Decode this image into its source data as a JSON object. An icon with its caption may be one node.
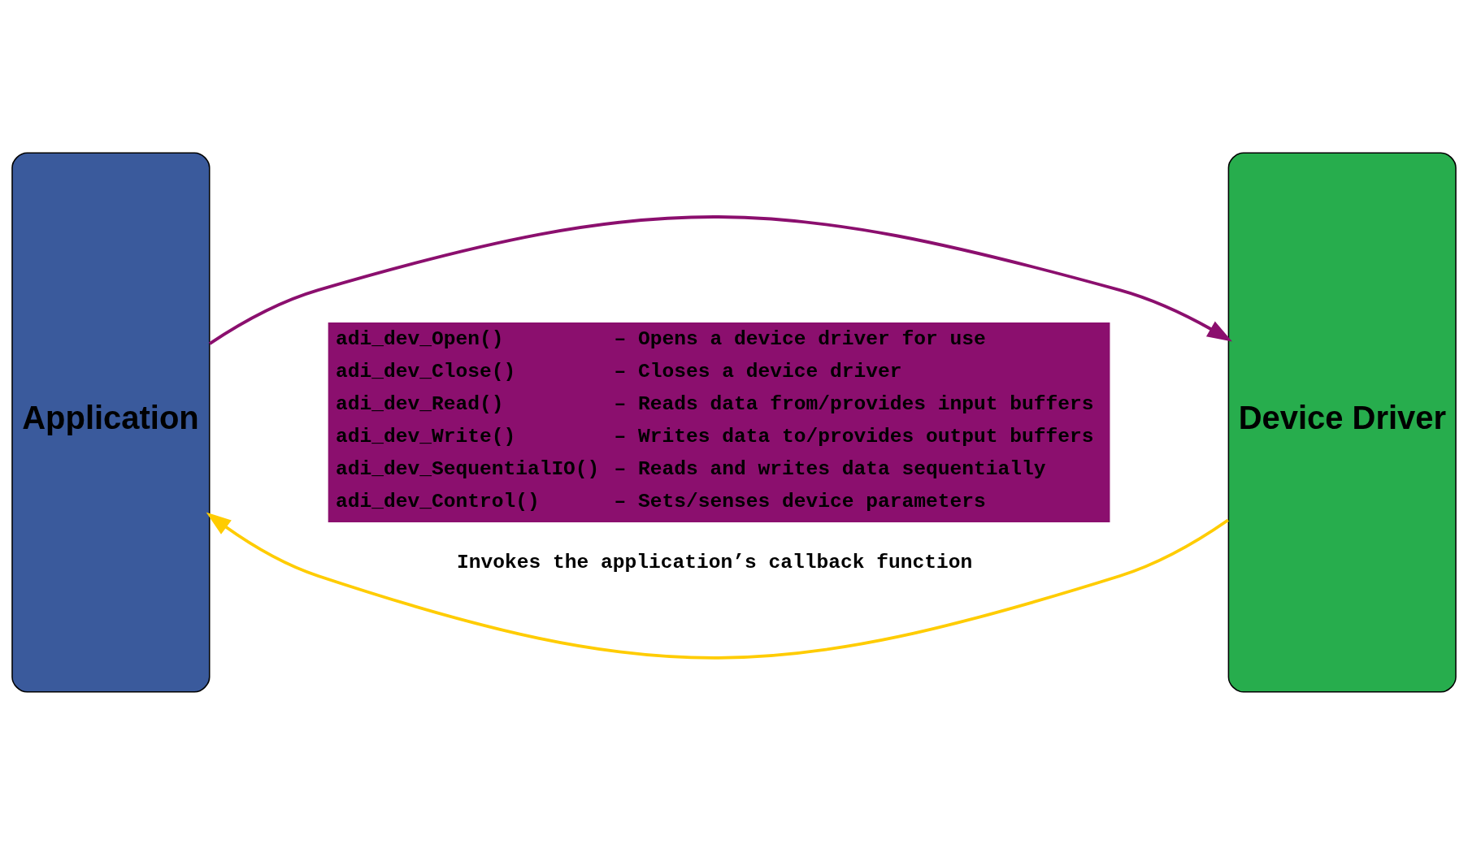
{
  "diagram": {
    "nodes": [
      {
        "text": [
          "Application"
        ]
      },
      {
        "text": [
          "Device Driver"
        ]
      }
    ],
    "edges": [
      {
        "from": 0,
        "to": 1,
        "arrow": "to",
        "color": "#8b0f6e"
      },
      {
        "from": 1,
        "to": 0,
        "arrow": "to",
        "color": "#ffcc00",
        "label": "Invokes the application’s callback function"
      }
    ],
    "labels": [
      "adi_dev_Open()",
      "– Opens a device driver for use",
      "adi_dev_Close()",
      "– Closes a device driver",
      "adi_dev_Read()",
      "– Reads data from/provides input buffers",
      "adi_dev_Write()",
      "– Writes data to/provides output buffers",
      "adi_dev_SequentialIO()",
      "– Reads and writes data sequentially",
      "adi_dev_Control()",
      "– Sets/senses device parameters"
    ]
  }
}
